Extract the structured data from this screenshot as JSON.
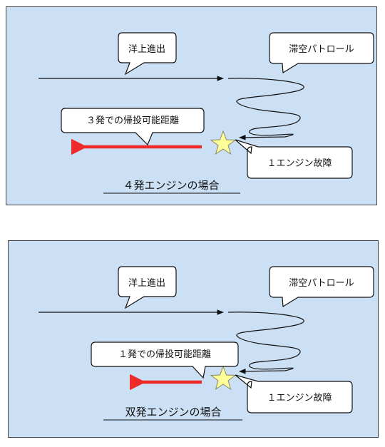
{
  "colors": {
    "panel_fill": "#cce0f5",
    "panel_border": "#444444",
    "arrow_red": "#ee2a2a",
    "star_fill": "#ffff99",
    "star_stroke": "#888866",
    "callout_fill": "#ffffff"
  },
  "panels": [
    {
      "callouts": {
        "outbound": "洋上進出",
        "patrol": "滞空パトロール",
        "return_range": "３発での帰投可能距離",
        "failure": "１エンジン故障"
      },
      "caption": "４発エンジンの場合",
      "icons": {
        "failure_point": "star-icon"
      }
    },
    {
      "callouts": {
        "outbound": "洋上進出",
        "patrol": "滞空パトロール",
        "return_range": "１発での帰投可能距離",
        "failure": "１エンジン故障"
      },
      "caption": "双発エンジンの場合",
      "icons": {
        "failure_point": "star-icon"
      }
    }
  ]
}
